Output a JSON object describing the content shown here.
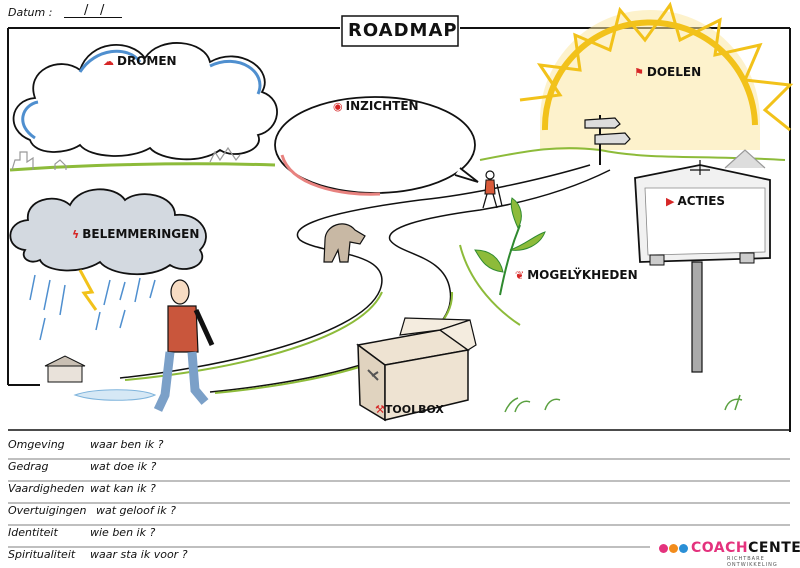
{
  "datum": {
    "label": "Datum :",
    "separator": "/"
  },
  "title": "ROADMAP",
  "labels": {
    "dromen": "DROMEN",
    "inzichten": "INZICHTEN",
    "doelen": "DOELEN",
    "acties": "ACTIES",
    "belemmeringen": "BELEMMERINGEN",
    "mogelijkheden": "MOGELŸKHEDEN",
    "toolbox": "TOOLBOX"
  },
  "rows": [
    {
      "key": "Omgeving",
      "question": "waar ben ik ?"
    },
    {
      "key": "Gedrag",
      "question": "wat doe ik ?"
    },
    {
      "key": "Vaardigheden",
      "question": "wat kan ik ?"
    },
    {
      "key": "Overtuigingen",
      "question": "wat geloof ik ?"
    },
    {
      "key": "Identiteit",
      "question": "wie ben ik ?"
    },
    {
      "key": "Spiritualiteit",
      "question": "waar sta ik voor ?"
    }
  ],
  "brand": {
    "name_part1": "COACH",
    "name_part2": "CENTER",
    "tagline": "RICHTBARE ONTWIKKELING"
  },
  "colors": {
    "accent_red": "#d62626",
    "cloud_blue": "#4f8fcf",
    "sun_yellow": "#f2c21a",
    "grass_green": "#8dbb3a",
    "brand_pink": "#e4327d",
    "brand_orange": "#f28c1c",
    "brand_blue": "#2a8fd6"
  },
  "icons": [
    "cloud-icon",
    "eye-icon",
    "flag-icon",
    "play-icon",
    "lightning-icon",
    "sprout-icon",
    "hammer-icon"
  ]
}
